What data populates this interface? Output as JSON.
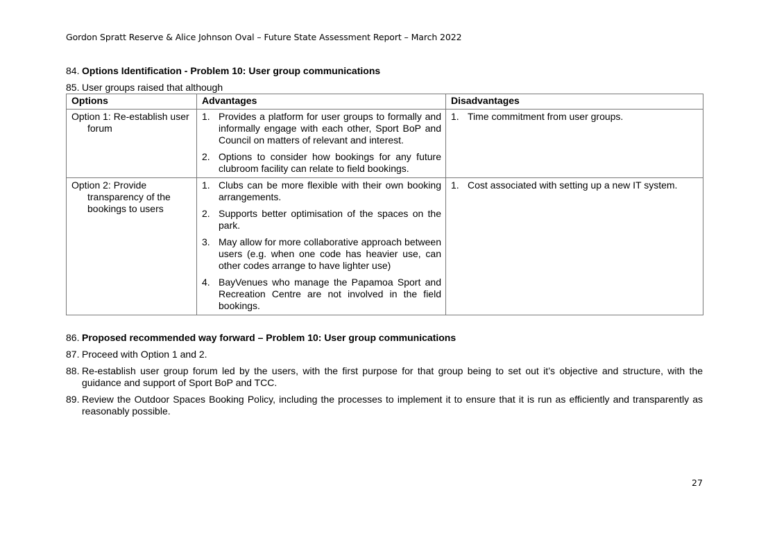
{
  "header": {
    "running_title": "Gordon Spratt Reserve & Alice Johnson Oval – Future State Assessment Report – March 2022"
  },
  "paragraphs": {
    "p84": {
      "num": "84.",
      "text": "Options Identification - Problem 10: User group communications"
    },
    "p85": {
      "num": "85.",
      "text": "User groups raised that although"
    },
    "p86": {
      "num": "86.",
      "text": "Proposed recommended way forward – Problem 10: User group communications"
    },
    "p87": {
      "num": "87.",
      "text": "Proceed with Option 1 and 2."
    },
    "p88": {
      "num": "88.",
      "text": "Re-establish user group forum led by the users, with the first purpose for that group being to set out it’s objective and structure, with the guidance and support of Sport BoP and TCC."
    },
    "p89": {
      "num": "89.",
      "text": "Review the Outdoor Spaces Booking Policy, including the processes to implement it to ensure that it is run as efficiently and transparently as reasonably possible."
    }
  },
  "table": {
    "headers": [
      "Options",
      "Advantages",
      "Disadvantages"
    ],
    "rows": [
      {
        "option": "Option 1: Re-establish user forum",
        "advantages": [
          {
            "n": "1.",
            "text": "Provides a platform for user groups to formally and informally engage with each other, Sport BoP and Council on matters of relevant and interest."
          },
          {
            "n": "2.",
            "text": "Options to consider how bookings for any future clubroom facility can relate to field bookings."
          }
        ],
        "disadvantages": [
          {
            "n": "1.",
            "text": "Time commitment from user groups."
          }
        ]
      },
      {
        "option": "Option 2: Provide transparency of the bookings to users",
        "advantages": [
          {
            "n": "1.",
            "text": "Clubs can be more flexible with their own booking arrangements."
          },
          {
            "n": "2.",
            "text": "Supports better optimisation of the spaces on the park."
          },
          {
            "n": "3.",
            "text": "May allow for more collaborative approach between users (e.g. when one code has heavier use, can other codes arrange to have lighter use)"
          },
          {
            "n": "4.",
            "text": "BayVenues who manage the Papamoa Sport and Recreation Centre are not involved in the field bookings."
          }
        ],
        "disadvantages": [
          {
            "n": "1.",
            "text": "Cost associated with setting up a new IT system."
          }
        ]
      }
    ]
  },
  "footer": {
    "page_number": "27"
  }
}
